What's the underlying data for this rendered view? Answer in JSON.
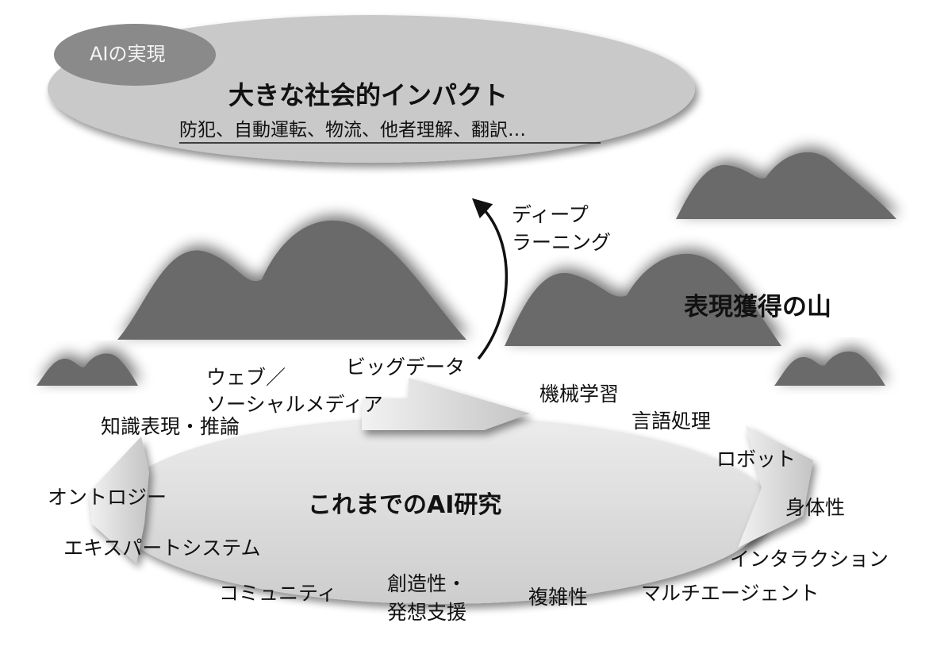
{
  "colors": {
    "background": "#ffffff",
    "goal_ellipse": "#c9c9c9",
    "pill": "#8a8a8a",
    "mountain": "#6b6b6b",
    "research_ellipse": "#d9d9d9",
    "arrow_fill": "#dedede",
    "text": "#111111",
    "pill_text": "#f4f4f4"
  },
  "goal": {
    "pill_label": "AIの実現",
    "title": "大きな社会的インパクト",
    "examples": "防犯、自動運転、物流、他者理解、翻訳…"
  },
  "deep_learning": {
    "line1": "ディープ",
    "line2": "ラーニング"
  },
  "mountain_label": "表現獲得の山",
  "research": {
    "title": "これまでのAI研究",
    "items": {
      "web_line1": "ウェブ／",
      "web_line2": "ソーシャルメディア",
      "big_data": "ビッグデータ",
      "machine_learning": "機械学習",
      "language": "言語処理",
      "robot": "ロボット",
      "embodiment": "身体性",
      "interaction": "インタラクション",
      "multi_agent": "マルチエージェント",
      "complexity": "複雑性",
      "creativity_line1": "創造性・",
      "creativity_line2": "発想支援",
      "community": "コミュニティ",
      "expert": "エキスパートシステム",
      "ontology": "オントロジー",
      "knowledge": "知識表現・推論"
    }
  }
}
